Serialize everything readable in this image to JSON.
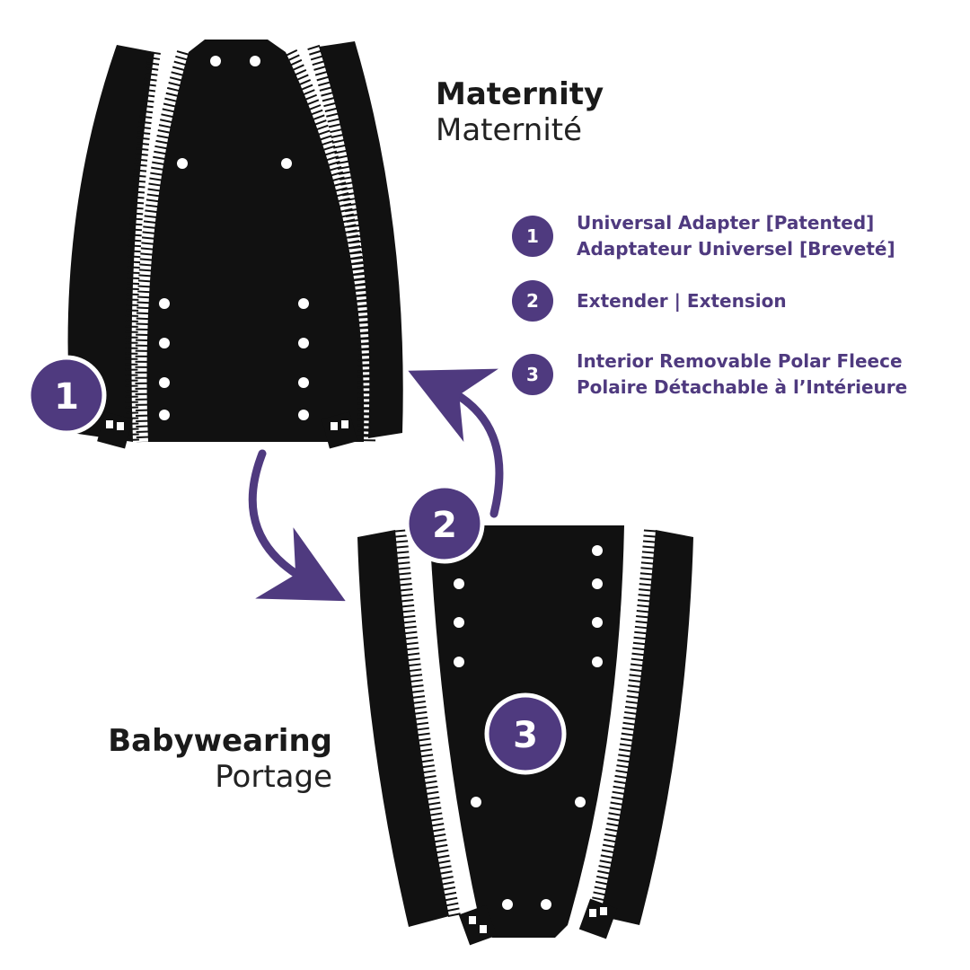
{
  "colors": {
    "accent": "#4f3a7f",
    "garment": "#111111"
  },
  "maternity": {
    "title": "Maternity",
    "subtitle": "Maternité"
  },
  "babywearing": {
    "title": "Babywearing",
    "subtitle": "Portage"
  },
  "markers": [
    "1",
    "2",
    "3"
  ],
  "legend": [
    {
      "number": "1",
      "lines": [
        "Universal Adapter [Patented]",
        "Adaptateur Universel [Breveté]"
      ]
    },
    {
      "number": "2",
      "lines": [
        "Extender | Extension"
      ]
    },
    {
      "number": "3",
      "lines": [
        "Interior Removable Polar Fleece",
        "Polaire Détachable à l’Intérieure"
      ]
    }
  ]
}
